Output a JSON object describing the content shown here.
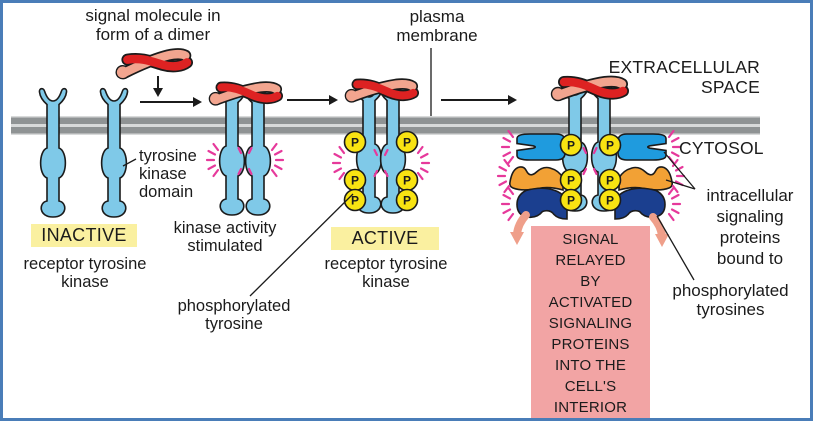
{
  "labels": {
    "signal_molecule": "signal molecule in\nform of a dimer",
    "plasma_membrane": "plasma\nmembrane",
    "extracellular_space": "EXTRACELLULAR\nSPACE",
    "cytosol": "CYTOSOL",
    "tyrosine_kinase_domain": "tyrosine\nkinase\ndomain",
    "inactive_state": "INACTIVE",
    "inactive_caption": "receptor tyrosine\nkinase",
    "kinase_activity": "kinase activity\nstimulated",
    "active_state": "ACTIVE",
    "active_caption": "receptor tyrosine\nkinase",
    "phosphorylated_tyrosine": "phosphorylated\ntyrosine",
    "intracellular_proteins": "intracellular\nsignaling\nproteins\nbound to",
    "phosphorylated_tyrosines": "phosphorylated\ntyrosines",
    "signal_relayed": "SIGNAL\nRELAYED\nBY\nACTIVATED\nSIGNALING\nPROTEINS\nINTO THE\nCELL'S\nINTERIOR",
    "phosphate": "P"
  },
  "colors": {
    "frame_border": "#4a7db8",
    "membrane_gray": "#8f9394",
    "membrane_light": "#d8dada",
    "receptor_blue": "#7fc9e8",
    "signal_red": "#dd2222",
    "signal_salmon": "#f2a58f",
    "phosphate_yellow": "#f8e312",
    "highlight_yellow": "#faf0a0",
    "relay_box_pink": "#f2a4a4",
    "activity_magenta": "#e6399b",
    "protein_bright_blue": "#1f9bde",
    "protein_orange": "#f2a135",
    "protein_navy": "#1b3f8f",
    "outline_black": "#1b1b1b"
  }
}
